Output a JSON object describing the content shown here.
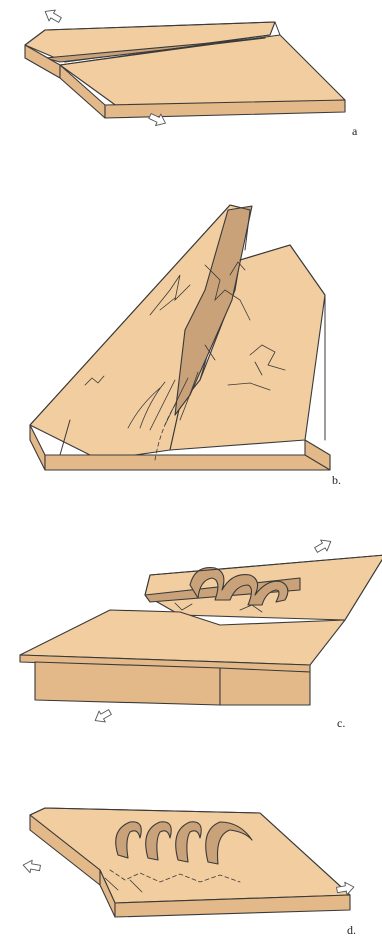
{
  "panels": [
    {
      "id": "a",
      "label": "a"
    },
    {
      "id": "b",
      "label": "b."
    },
    {
      "id": "c",
      "label": "c."
    },
    {
      "id": "d",
      "label": "d."
    }
  ],
  "colors": {
    "block_top": "#f1cda0",
    "block_side": "#e4b98a",
    "block_dark": "#c9a27a",
    "outline": "#3a3a3a"
  },
  "icons": {
    "motion_arrow": "hollow-arrow-icon"
  }
}
